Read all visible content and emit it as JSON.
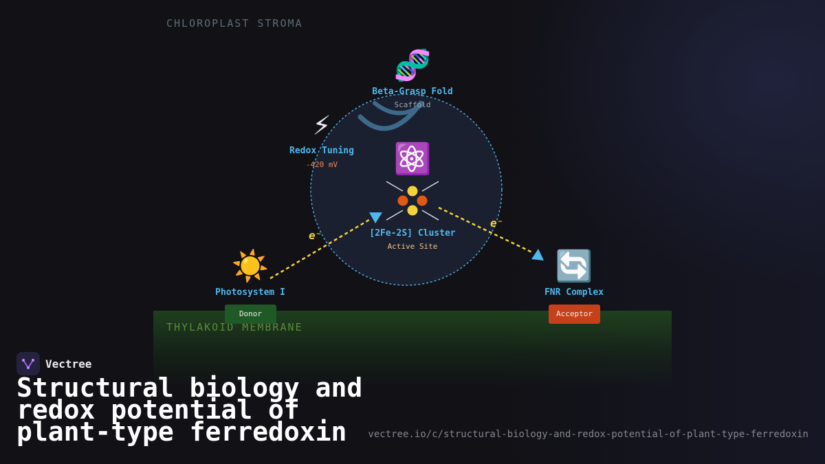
{
  "regions": {
    "stroma": "CHLOROPLAST STROMA",
    "membrane": "THYLAKOID MEMBRANE"
  },
  "nodes": {
    "scaffold": {
      "icon": "dna-icon",
      "glyph": "🧬",
      "title": "Beta-Grasp Fold",
      "subtitle": "Scaffold"
    },
    "redox": {
      "icon": "lightning-icon",
      "glyph": "⚡",
      "title": "Redox Tuning",
      "subtitle": "-420 mV"
    },
    "cluster": {
      "icon": "atom-icon",
      "glyph": "⚛️",
      "title": "[2Fe-2S] Cluster",
      "subtitle": "Active Site"
    },
    "psi": {
      "icon": "sun-icon",
      "glyph": "☀️",
      "title": "Photosystem I",
      "badge": "Donor"
    },
    "fnr": {
      "icon": "cycle-arrows-icon",
      "glyph": "🔄",
      "title": "FNR Complex",
      "badge": "Acceptor"
    }
  },
  "electron_labels": {
    "incoming": "e⁻",
    "outgoing": "e⁻"
  },
  "colors": {
    "accent": "#4fb8ec",
    "electron": "#f2d23c",
    "iron": "#e05a14",
    "sulfur": "#f4d23a",
    "donor_badge": "#1f5a26",
    "acceptor_badge": "#c6401a",
    "redox_value": "#f0884c",
    "active_site": "#f0c088"
  },
  "footer": {
    "brand": "Vectree",
    "title": "Structural biology and redox potential of plant-type ferredoxin",
    "url": "vectree.io/c/structural-biology-and-redox-potential-of-plant-type-ferredoxin"
  }
}
